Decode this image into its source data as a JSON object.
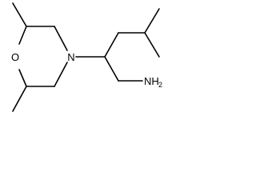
{
  "structure": {
    "atoms": {
      "oxygen": "O",
      "nitrogen": "N",
      "amine_main": "NH",
      "amine_sub": "2"
    }
  }
}
